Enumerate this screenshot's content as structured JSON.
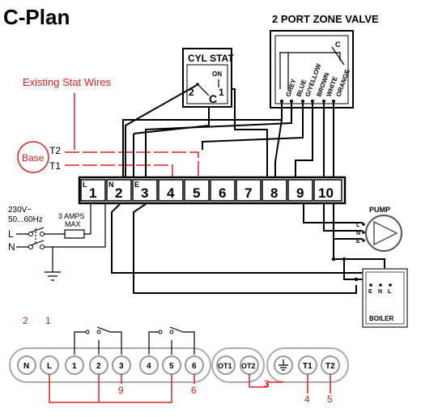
{
  "title": "C-Plan",
  "zone_valve": {
    "title": "2 PORT ZONE VALVE",
    "wires": [
      "GREY",
      "BLUE",
      "G/YELLOW",
      "BROWN",
      "WHITE",
      "ORANGE"
    ],
    "c_label": "C"
  },
  "cyl_stat": {
    "title": "CYL STAT",
    "on": "ON",
    "c": "C",
    "t1": "1",
    "t2": "2"
  },
  "existing_label": "Existing Stat Wires",
  "base_label": "Base",
  "t2_label": "T2",
  "t1_label": "T1",
  "terminals": [
    {
      "num": "1",
      "prefix": "L"
    },
    {
      "num": "2",
      "prefix": "N"
    },
    {
      "num": "3",
      "prefix": "E"
    },
    {
      "num": "4",
      "prefix": ""
    },
    {
      "num": "5",
      "prefix": ""
    },
    {
      "num": "6",
      "prefix": ""
    },
    {
      "num": "7",
      "prefix": ""
    },
    {
      "num": "8",
      "prefix": ""
    },
    {
      "num": "9",
      "prefix": ""
    },
    {
      "num": "10",
      "prefix": ""
    }
  ],
  "supply": {
    "voltage": "230V~",
    "freq": "50...60Hz",
    "fuse1": "3 AMPS",
    "fuse2": "MAX",
    "l": "L",
    "n": "N"
  },
  "pump": {
    "title": "PUMP",
    "pins": [
      "L",
      "N",
      "E"
    ]
  },
  "boiler": {
    "title": "BOILER",
    "pins": [
      "E",
      "N",
      "L"
    ]
  },
  "base_terminals": [
    "N",
    "L",
    "1",
    "2",
    "3",
    "4",
    "5",
    "6",
    "OT1",
    "OT2",
    "T1",
    "T2"
  ],
  "base_numbers": {
    "n2": "2",
    "n1": "1",
    "n9": "9",
    "n6": "6",
    "n3": "3",
    "n4": "4",
    "n5": "5"
  }
}
